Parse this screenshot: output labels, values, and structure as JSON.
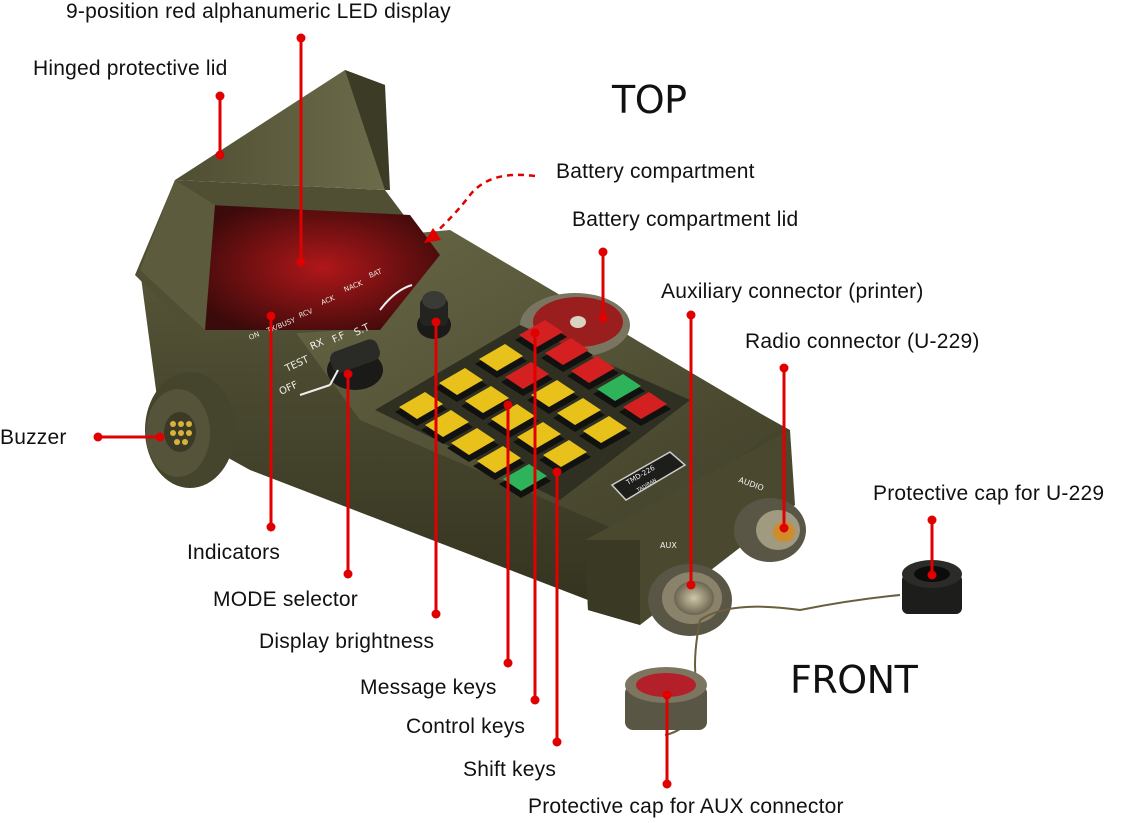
{
  "headings": {
    "top": "TOP",
    "front": "FRONT"
  },
  "labels": {
    "led_display": "9-position red alphanumeric LED display",
    "lid": "Hinged protective lid",
    "battery_compartment": "Battery compartment",
    "battery_lid": "Battery compartment lid",
    "aux_connector": "Auxiliary connector (printer)",
    "radio_connector": "Radio connector (U-229)",
    "buzzer": "Buzzer",
    "cap_u229": "Protective cap for U-229",
    "indicators": "Indicators",
    "mode_selector": "MODE selector",
    "display_brightness": "Display brightness",
    "message_keys": "Message keys",
    "control_keys": "Control keys",
    "shift_keys": "Shift keys",
    "cap_aux": "Protective cap for AUX connector"
  },
  "device_markings": {
    "indicator_labels": [
      "ON",
      "TX/BUSY",
      "RCV",
      "ACK",
      "NACK",
      "BAT"
    ],
    "mode_positions": [
      "OFF",
      "TEST",
      "RX",
      "F.F",
      "S.T"
    ],
    "nameplate": "TMD-226",
    "nameplate_maker": "TADIRAN",
    "front_aux": "AUX",
    "front_audio": "AUDIO"
  },
  "colors": {
    "annotation": "#e00000",
    "device_body": "#5b5a3c",
    "key_yellow": "#e8c21a",
    "key_red": "#d42020",
    "key_green": "#2fb35a"
  }
}
